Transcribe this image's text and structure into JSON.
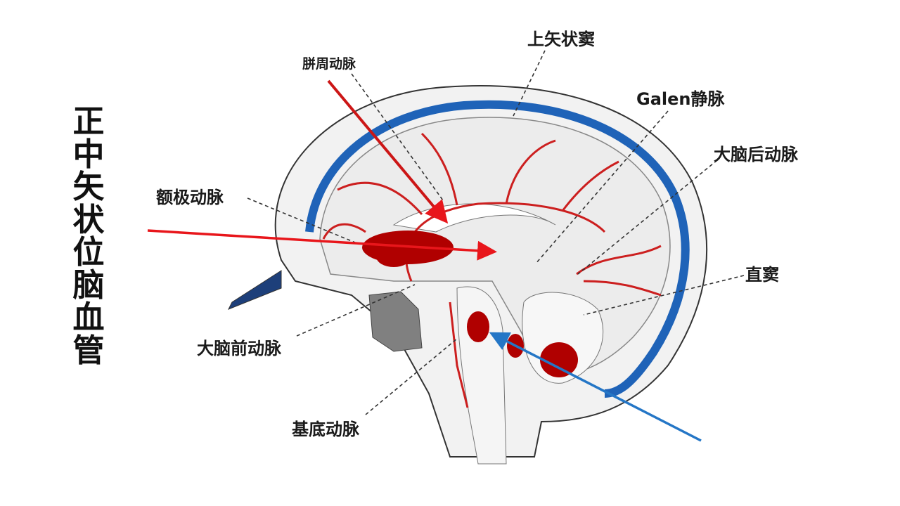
{
  "title": "正中矢状位脑血管",
  "labels": {
    "superior_sagittal_sinus": "上矢状窦",
    "pericallosal_artery": "胼周动脉",
    "vein_of_galen": "Galen静脉",
    "posterior_cerebral_artery": "大脑后动脉",
    "frontopolar_artery": "额极动脉",
    "straight_sinus": "直窦",
    "anterior_cerebral_artery": "大脑前动脉",
    "basilar_artery": "基底动脉"
  },
  "colors": {
    "vessel": "#cc1f1f",
    "sinus": "#1f63b8",
    "lesion": "#b00000",
    "arrow_red": "#e8161b",
    "arrow_blue": "#2476c6"
  }
}
